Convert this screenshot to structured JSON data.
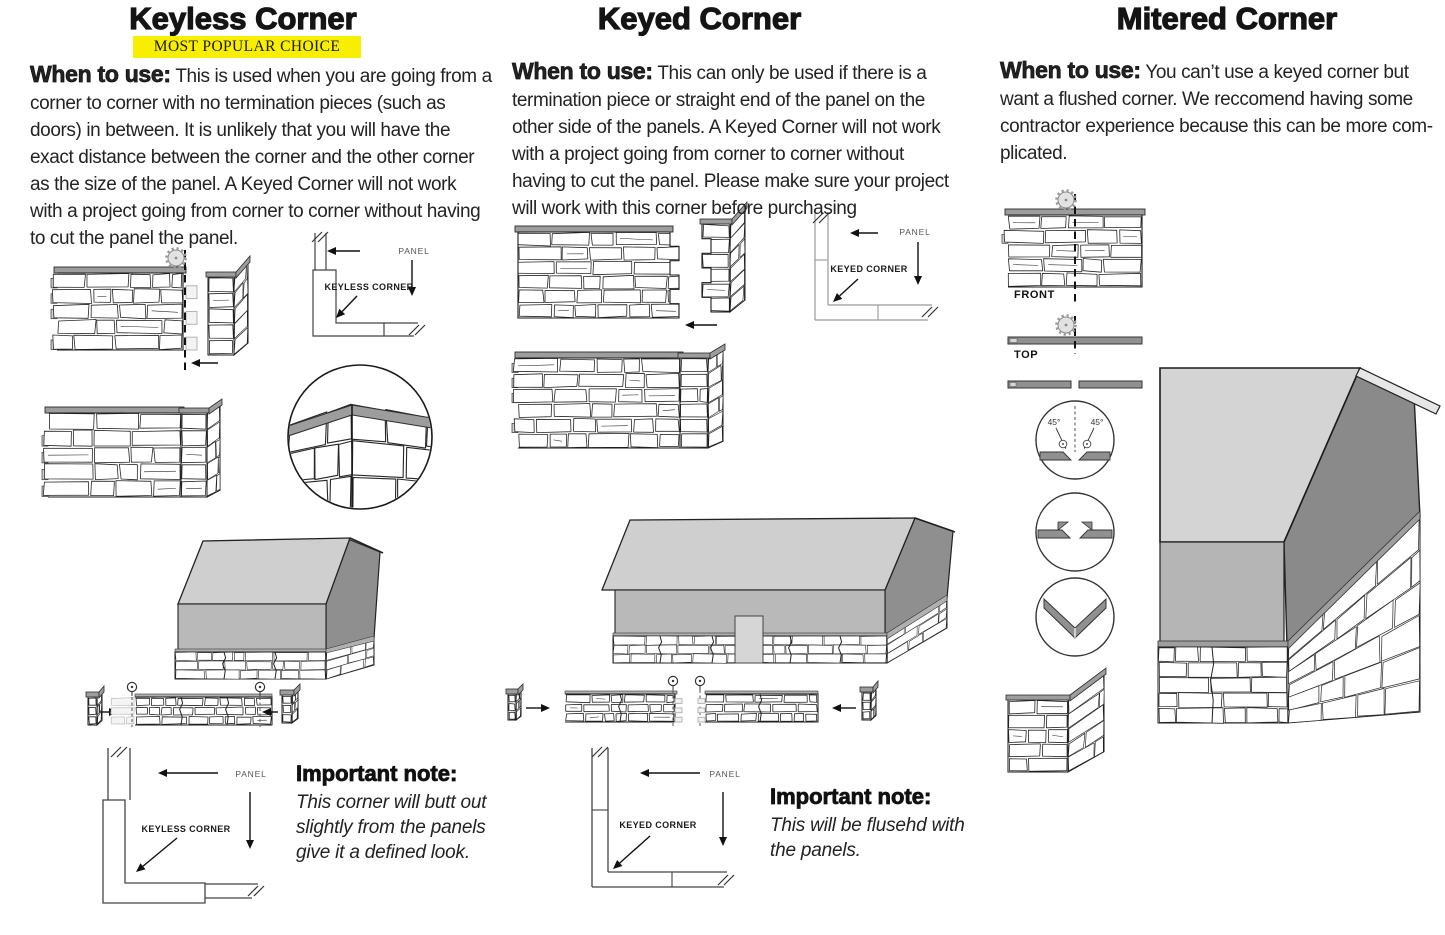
{
  "columns": {
    "keyless": {
      "title": "Keyless Corner",
      "badge": "MOST POPULAR CHOICE",
      "badge_color": "#f7ee00",
      "when_label": "When to use:",
      "body": "This is used when you are going from a corner to corner with no termination pieces (such as doors) in between.  It is unlikely that you will have the exact distance between the corner and the other corner as the size of the panel. A Keyed Corner will not work with a project going from corner to corner without having to cut the panel  the panel.",
      "labels": {
        "panel": "PANEL",
        "corner": "KEYLESS CORNER"
      },
      "note_label": "Important note:",
      "note_body": "This corner will butt out slightly from the panels give it a defined look."
    },
    "keyed": {
      "title": "Keyed Corner",
      "when_label": "When to use:",
      "body": "This can only be used if there is a termination piece or straight end of the panel on the other side of the panels.  A Keyed Corner will not work with a project going from corner to corner without having to cut the panel. Please make sure your project will work with this corner before purchasing",
      "labels": {
        "panel": "PANEL",
        "corner": "KEYED CORNER"
      },
      "note_label": "Important note:",
      "note_body": "This will be flusehd with the panels."
    },
    "mitered": {
      "title": "Mitered Corner",
      "when_label": "When to use:",
      "body": "You can’t use a keyed corner but want a flushed corner. We reccomend having some contractor experience because this can be more com-plicated.",
      "labels": {
        "front": "FRONT",
        "top": "TOP",
        "angle_left": "45°",
        "angle_right": "45°"
      }
    }
  }
}
